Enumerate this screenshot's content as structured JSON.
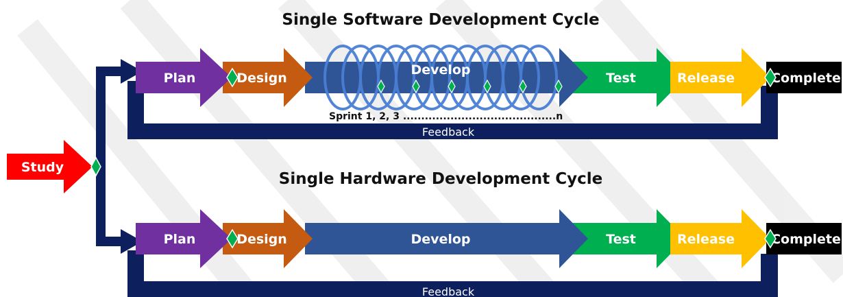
{
  "software": {
    "title": "Single Software Development Cycle",
    "stages": {
      "plan": "Plan",
      "design": "Design",
      "develop": "Develop",
      "test": "Test",
      "release": "Release",
      "complete": "Complete"
    },
    "sprint_label": "Sprint 1, 2, 3 ..........................................n",
    "feedback": "Feedback"
  },
  "hardware": {
    "title": "Single Hardware Development Cycle",
    "stages": {
      "plan": "Plan",
      "design": "Design",
      "develop": "Develop",
      "test": "Test",
      "release": "Release",
      "complete": "Complete"
    },
    "feedback": "Feedback"
  },
  "study": "Study",
  "colors": {
    "navy": "#0d1f5c",
    "study": "#ff0000",
    "plan": "#7030a0",
    "design": "#c55a11",
    "develop": "#2f5597",
    "test": "#00b050",
    "release": "#ffc000",
    "complete": "#000000",
    "gate": "#00b050"
  }
}
